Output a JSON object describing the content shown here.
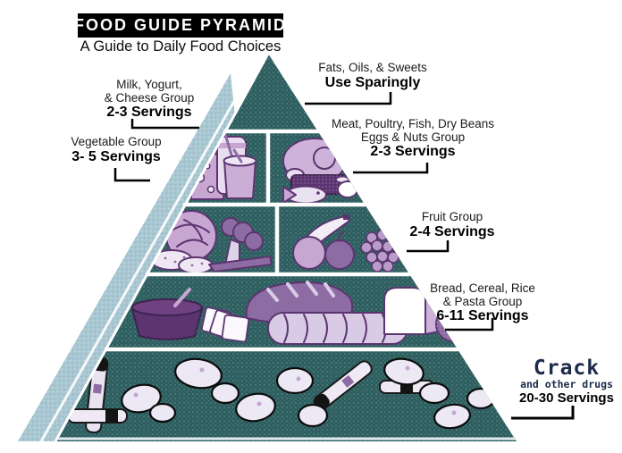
{
  "poster": {
    "title": "FOOD GUIDE PYRAMID",
    "subtitle": "A Guide to Daily Food Choices"
  },
  "labels": {
    "fats": {
      "line1": "Fats, Oils, & Sweets",
      "line2": "Use Sparingly"
    },
    "dairy": {
      "line1": "Milk, Yogurt,",
      "line2": "& Cheese Group",
      "servings": "2-3 Servings"
    },
    "vegetable": {
      "line1": "Vegetable Group",
      "servings": "3- 5 Servings"
    },
    "meat": {
      "line1": "Meat, Poultry, Fish, Dry Beans",
      "line2": "Eggs & Nuts Group",
      "servings": "2-3 Servings"
    },
    "fruit": {
      "line1": "Fruit Group",
      "servings": "2-4 Servings"
    },
    "bread": {
      "line1": "Bread, Cereal, Rice",
      "line2": "& Pasta Group",
      "servings": "6-11 Servings"
    },
    "crack": {
      "line1": "Crack",
      "line2": "and other drugs",
      "servings": "20-30 Servings"
    }
  },
  "pyramid_sections": [
    {
      "name": "fats-oils-sweets",
      "level": 1
    },
    {
      "name": "milk-yogurt-cheese",
      "level": 2
    },
    {
      "name": "meat-poultry-fish",
      "level": 2
    },
    {
      "name": "vegetables",
      "level": 3
    },
    {
      "name": "fruits",
      "level": 3
    },
    {
      "name": "bread-cereal-rice-pasta",
      "level": 4
    },
    {
      "name": "crack-and-other-drugs",
      "level": 5
    }
  ],
  "icons": [
    "cheese-icon",
    "milk-jar-icon",
    "cup-icon",
    "turkey-icon",
    "steak-icon",
    "fish-icon",
    "egg-icon",
    "cabbage-icon",
    "broccoli-icon",
    "potato-icon",
    "carrot-icon",
    "banana-icon",
    "orange-icon",
    "apple-icon",
    "grapes-icon",
    "cereal-bowl-icon",
    "crackers-icon",
    "bread-loaf-icon",
    "braided-bread-icon",
    "sliced-bread-icon",
    "muffin-icon",
    "pasta-bowl-icon",
    "crack-pipe-icon",
    "crack-rocks-icon"
  ],
  "colors": {
    "pyramid_front": "#2e5f60",
    "pyramid_side": "#a9c7d2",
    "divider": "#ffffff",
    "illustration_light": "#cdb3da",
    "illustration_mid": "#8d6ba3",
    "illustration_dark": "#5c3570",
    "crack_text": "#1c2b4a",
    "title_bg": "#000000",
    "title_fg": "#ffffff"
  }
}
